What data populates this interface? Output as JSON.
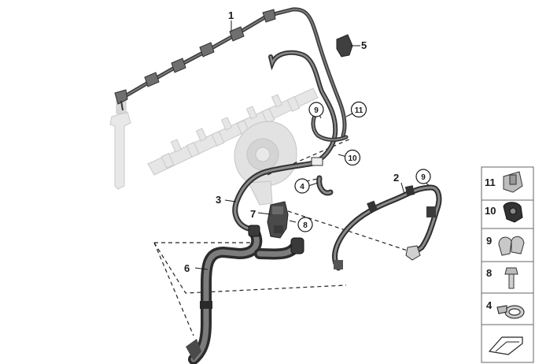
{
  "diagram": {
    "callouts": [
      {
        "id": "1",
        "label": "1"
      },
      {
        "id": "2",
        "label": "2"
      },
      {
        "id": "3",
        "label": "3"
      },
      {
        "id": "5",
        "label": "5"
      },
      {
        "id": "6",
        "label": "6"
      },
      {
        "id": "7",
        "label": "7"
      }
    ],
    "circled": [
      {
        "id": "c4",
        "label": "4"
      },
      {
        "id": "c8",
        "label": "8"
      },
      {
        "id": "c9a",
        "label": "9"
      },
      {
        "id": "c9b",
        "label": "9"
      },
      {
        "id": "c10",
        "label": "10"
      },
      {
        "id": "c11",
        "label": "11"
      }
    ],
    "legend": [
      {
        "id": "l11",
        "label": "11",
        "part": "clip-11-icon"
      },
      {
        "id": "l10",
        "label": "10",
        "part": "clip-10-icon"
      },
      {
        "id": "l9",
        "label": "9",
        "part": "clip-9-icon"
      },
      {
        "id": "l8",
        "label": "8",
        "part": "bolt-icon"
      },
      {
        "id": "l4",
        "label": "4",
        "part": "hose-clamp-icon"
      }
    ]
  }
}
